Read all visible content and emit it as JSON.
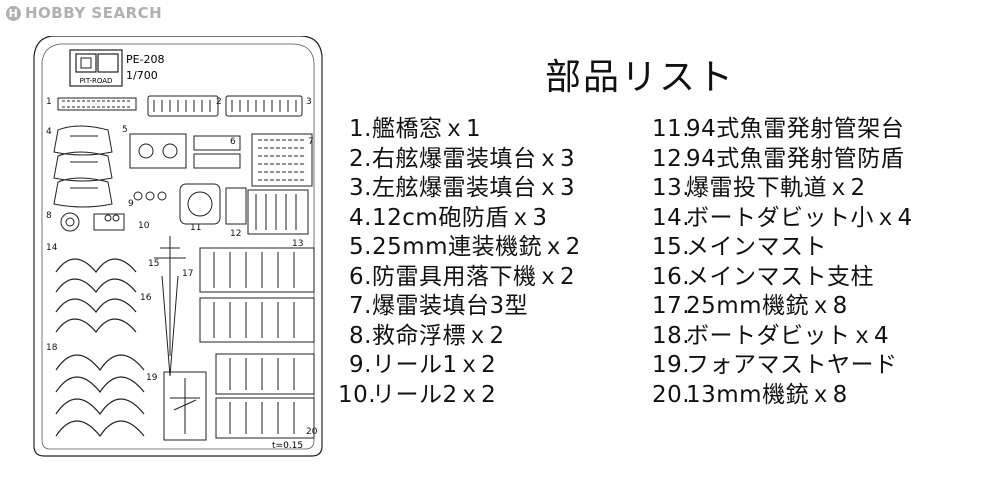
{
  "watermark": {
    "brand": "HOBBY SEARCH",
    "icon": "circle-h-icon"
  },
  "sheet": {
    "code": "PE-208",
    "scale": "1/700",
    "logo_text": "PIT-ROAD",
    "thickness": "t=0.15",
    "part_numbers": [
      "1",
      "2",
      "3",
      "4",
      "5",
      "6",
      "7",
      "8",
      "9",
      "10",
      "11",
      "12",
      "13",
      "14",
      "15",
      "16",
      "17",
      "18",
      "19",
      "20"
    ]
  },
  "list": {
    "title": "部品リスト",
    "items": [
      {
        "num": "1.",
        "text": "艦橋窓ｘ1"
      },
      {
        "num": "2.",
        "text": "右舷爆雷装填台ｘ3"
      },
      {
        "num": "3.",
        "text": "左舷爆雷装填台ｘ3"
      },
      {
        "num": "4.",
        "text": "12cm砲防盾ｘ3"
      },
      {
        "num": "5.",
        "text": "25mm連装機銃ｘ2"
      },
      {
        "num": "6.",
        "text": "防雷具用落下機ｘ2"
      },
      {
        "num": "7.",
        "text": "爆雷装填台3型"
      },
      {
        "num": "8.",
        "text": "救命浮標ｘ2"
      },
      {
        "num": "9.",
        "text": "リール1ｘ2"
      },
      {
        "num": "10.",
        "text": "リール2ｘ2"
      },
      {
        "num": "11.",
        "text": "94式魚雷発射管架台"
      },
      {
        "num": "12.",
        "text": "94式魚雷発射管防盾"
      },
      {
        "num": "13.",
        "text": "爆雷投下軌道ｘ2"
      },
      {
        "num": "14.",
        "text": "ボートダビット小ｘ4"
      },
      {
        "num": "15.",
        "text": "メインマスト"
      },
      {
        "num": "16.",
        "text": "メインマスト支柱"
      },
      {
        "num": "17.",
        "text": "25mm機銃ｘ8"
      },
      {
        "num": "18.",
        "text": "ボートダビットｘ4"
      },
      {
        "num": "19.",
        "text": "フォアマストヤード"
      },
      {
        "num": "20.",
        "text": "13mm機銃ｘ8"
      }
    ]
  }
}
